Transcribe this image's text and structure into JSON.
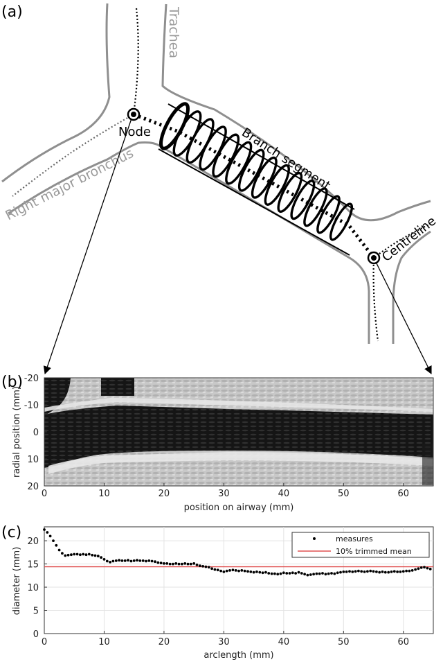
{
  "panel_a": {
    "label": "(a)",
    "trachea": "Trachea",
    "right_major_bronchus": "Right major bronchus",
    "branch_segment": "Branch segment",
    "node": "Node",
    "centreline": "Centreline"
  },
  "panel_b": {
    "label": "(b)",
    "xlabel": "position on airway (mm)",
    "ylabel": "radial position (mm)",
    "xticks": [
      "0",
      "10",
      "20",
      "30",
      "40",
      "50",
      "60"
    ],
    "yticks": [
      "-20",
      "-10",
      "0",
      "10",
      "20"
    ]
  },
  "chart_data": {
    "type": "scatter",
    "label": "(c)",
    "xlabel": "arclength (mm)",
    "ylabel": "diameter (mm)",
    "xlim": [
      0,
      65
    ],
    "ylim": [
      0,
      23
    ],
    "xticks": [
      "0",
      "10",
      "20",
      "30",
      "40",
      "50",
      "60"
    ],
    "yticks": [
      "0",
      "5",
      "10",
      "15",
      "20"
    ],
    "grid": true,
    "legend_position": "top-right",
    "series": [
      {
        "name": "measures",
        "color": "#000000",
        "x": [
          0.0,
          0.5,
          1.0,
          1.5,
          2.0,
          2.5,
          3.0,
          3.5,
          4.0,
          4.5,
          5.0,
          5.5,
          6.0,
          6.5,
          7.0,
          7.5,
          8.0,
          8.5,
          9.0,
          9.5,
          10.0,
          10.5,
          11.0,
          11.5,
          12.0,
          12.5,
          13.0,
          13.5,
          14.0,
          14.5,
          15.0,
          15.5,
          16.0,
          16.5,
          17.0,
          17.5,
          18.0,
          18.5,
          19.0,
          19.5,
          20.0,
          20.5,
          21.0,
          21.5,
          22.0,
          22.5,
          23.0,
          23.5,
          24.0,
          24.5,
          25.0,
          25.5,
          26.0,
          26.5,
          27.0,
          27.5,
          28.0,
          28.5,
          29.0,
          29.5,
          30.0,
          30.5,
          31.0,
          31.5,
          32.0,
          32.5,
          33.0,
          33.5,
          34.0,
          34.5,
          35.0,
          35.5,
          36.0,
          36.5,
          37.0,
          37.5,
          38.0,
          38.5,
          39.0,
          39.5,
          40.0,
          40.5,
          41.0,
          41.5,
          42.0,
          42.5,
          43.0,
          43.5,
          44.0,
          44.5,
          45.0,
          45.5,
          46.0,
          46.5,
          47.0,
          47.5,
          48.0,
          48.5,
          49.0,
          49.5,
          50.0,
          50.5,
          51.0,
          51.5,
          52.0,
          52.5,
          53.0,
          53.5,
          54.0,
          54.5,
          55.0,
          55.5,
          56.0,
          56.5,
          57.0,
          57.5,
          58.0,
          58.5,
          59.0,
          59.5,
          60.0,
          60.5,
          61.0,
          61.5,
          62.0,
          62.5,
          63.0,
          63.5,
          64.0,
          64.5
        ],
        "y": [
          22.4,
          21.8,
          21.0,
          20.0,
          19.0,
          18.0,
          17.3,
          16.8,
          16.9,
          17.0,
          17.1,
          17.1,
          17.0,
          17.1,
          17.0,
          17.1,
          16.9,
          16.8,
          16.7,
          16.4,
          16.0,
          15.6,
          15.4,
          15.6,
          15.7,
          15.8,
          15.7,
          15.7,
          15.8,
          15.6,
          15.7,
          15.8,
          15.7,
          15.7,
          15.6,
          15.7,
          15.6,
          15.5,
          15.3,
          15.2,
          15.1,
          15.1,
          15.0,
          15.0,
          15.1,
          15.0,
          15.0,
          15.1,
          15.0,
          15.0,
          15.1,
          14.8,
          14.6,
          14.5,
          14.4,
          14.3,
          14.0,
          13.8,
          13.7,
          13.5,
          13.3,
          13.5,
          13.6,
          13.7,
          13.6,
          13.5,
          13.6,
          13.5,
          13.4,
          13.3,
          13.2,
          13.3,
          13.2,
          13.1,
          13.2,
          13.0,
          12.9,
          12.9,
          12.8,
          12.9,
          13.1,
          13.0,
          13.0,
          13.1,
          13.0,
          13.2,
          13.0,
          12.8,
          12.6,
          12.7,
          12.8,
          12.9,
          12.9,
          13.0,
          12.8,
          12.9,
          13.0,
          12.9,
          13.1,
          13.2,
          13.3,
          13.3,
          13.4,
          13.3,
          13.4,
          13.5,
          13.4,
          13.3,
          13.4,
          13.5,
          13.4,
          13.3,
          13.2,
          13.3,
          13.2,
          13.2,
          13.3,
          13.4,
          13.3,
          13.3,
          13.4,
          13.5,
          13.5,
          13.6,
          13.8,
          14.0,
          14.2,
          14.3,
          14.1,
          13.9
        ]
      },
      {
        "name": "10% trimmed mean",
        "color": "#e05050",
        "value": 14.4
      }
    ]
  }
}
